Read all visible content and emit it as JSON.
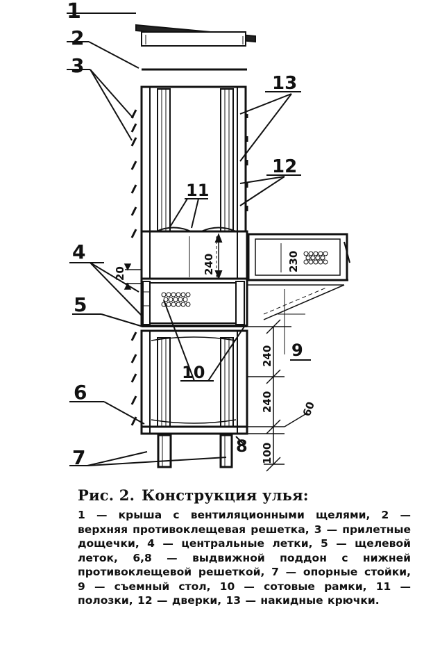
{
  "figure": {
    "labels": [
      "1",
      "2",
      "3",
      "4",
      "5",
      "6",
      "7",
      "8",
      "9",
      "10",
      "11",
      "12",
      "13"
    ],
    "dimensions": {
      "d240a": "240",
      "d20": "20",
      "d230": "230",
      "d240b": "240",
      "d240c": "240",
      "d60": "60",
      "d100": "100"
    }
  },
  "caption": {
    "figure_number": "Рис. 2.",
    "title": "Конструкция улья:",
    "text": "1 — крыша с вентиляционными щелями, 2 — верхняя противоклещевая решетка, 3 — прилетные дощечки, 4 — центральные летки, 5 — щелевой леток, 6,8 — выдвижной поддон с нижней противоклещевой решеткой, 7 — опорные стойки, 9 — съемный стол, 10 — сотовые рамки, 11 — полозки, 12 — дверки, 13 — накидные крючки."
  }
}
